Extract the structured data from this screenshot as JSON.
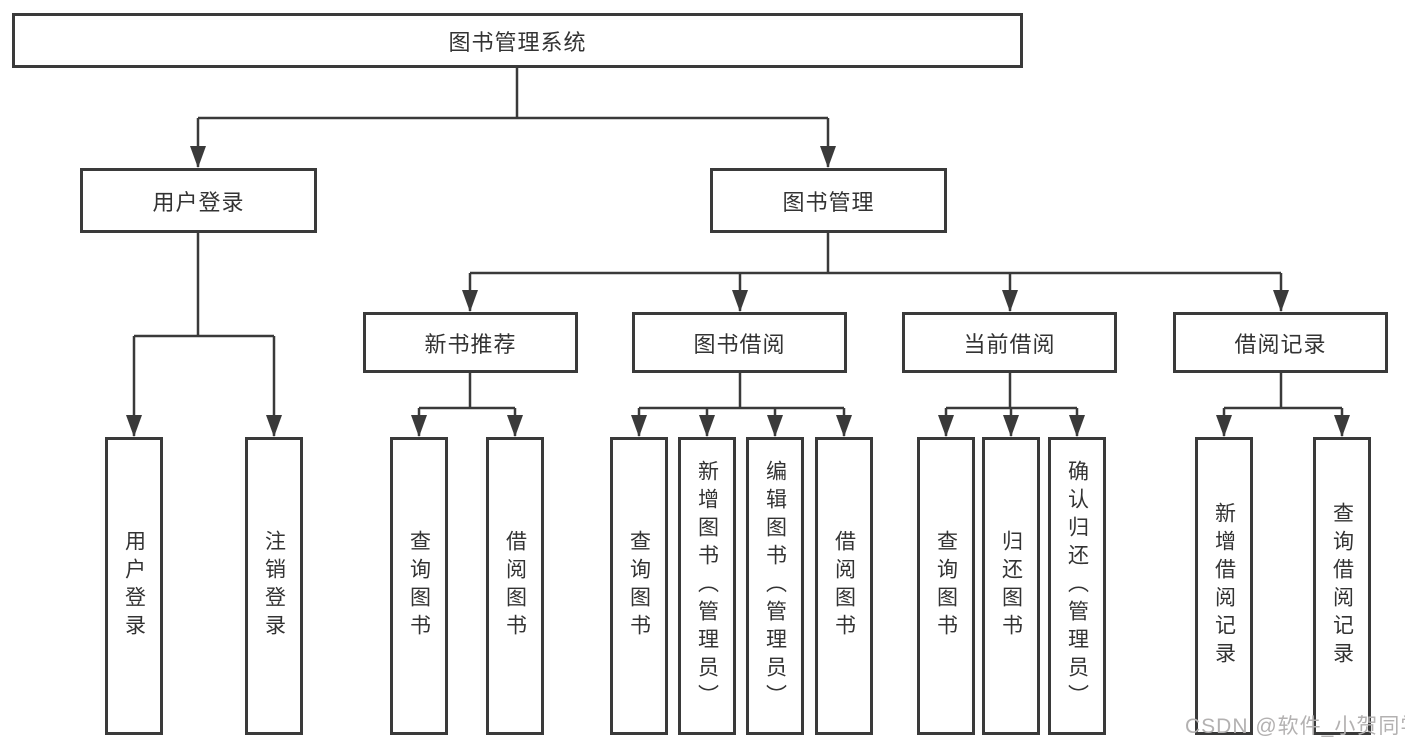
{
  "tree": {
    "root": {
      "label": "图书管理系统"
    },
    "level2": [
      {
        "label": "用户登录",
        "children": [
          {
            "label": "用户登录"
          },
          {
            "label": "注销登录"
          }
        ]
      },
      {
        "label": "图书管理",
        "children": [
          {
            "label": "新书推荐",
            "children": [
              {
                "label": "查询图书"
              },
              {
                "label": "借阅图书"
              }
            ]
          },
          {
            "label": "图书借阅",
            "children": [
              {
                "label": "查询图书"
              },
              {
                "label": "新增图书（管理员）"
              },
              {
                "label": "编辑图书（管理员）"
              },
              {
                "label": "借阅图书"
              }
            ]
          },
          {
            "label": "当前借阅",
            "children": [
              {
                "label": "查询图书"
              },
              {
                "label": "归还图书"
              },
              {
                "label": "确认归还（管理员）"
              }
            ]
          },
          {
            "label": "借阅记录",
            "children": [
              {
                "label": "新增借阅记录"
              },
              {
                "label": "查询借阅记录"
              }
            ]
          }
        ]
      }
    ]
  },
  "watermark": {
    "text": "CSDN @软件_小贺同学"
  },
  "colors": {
    "line": "#3a3a3a",
    "node_border": "#3a3a3a",
    "node_text": "#333333",
    "watermark_text": "#b3b1b1",
    "background": "#ffffff"
  }
}
